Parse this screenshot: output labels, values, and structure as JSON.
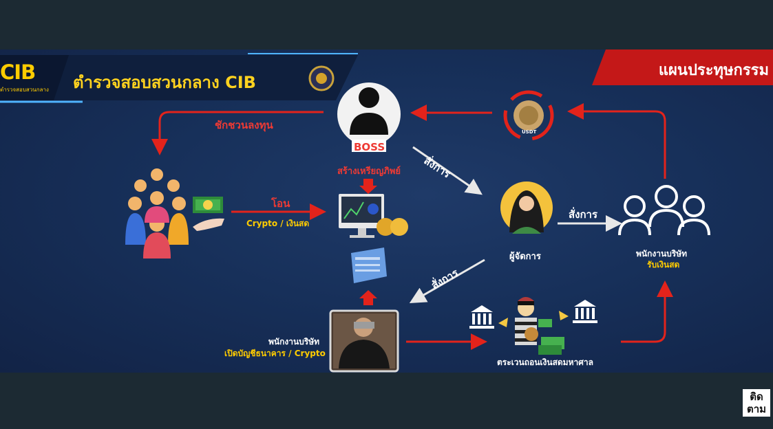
{
  "header": {
    "logo_text": "CIB",
    "logo_subtext": "ตำรวจสอบสวนกลาง",
    "title": "ตำรวจสอบสวนกลาง CIB",
    "plan_title": "แผนประทุษกรรม"
  },
  "nodes": {
    "boss_badge": "BOSS",
    "boss_caption": "สร้างเหรียญภิพย์",
    "usdt_label": "USDT",
    "manager_caption": "ผู้จัดการ",
    "cash_staff_line1": "พนักงานบริษัท",
    "cash_staff_line2": "รับเงินสด",
    "account_staff_line1": "พนักงานบริษัท",
    "account_staff_line2": "เปิดบัญชีธนาคาร / Crypto",
    "launder_caption": "ตระเวนถอนเงินสดมหาศาล"
  },
  "edges": {
    "invite": "ชักชวนลงทุน",
    "transfer": "โอน",
    "transfer_method": "Crypto / เงินสด",
    "order_1": "สั่งการ",
    "order_2": "สั่งการ",
    "order_3": "สั่งการ"
  },
  "watermark": {
    "line1": "ติด",
    "line2": "ตาม"
  },
  "colors": {
    "arrow_red": "#e3231b",
    "accent_yellow": "#ffcc00",
    "band_blue": "#17305a"
  }
}
